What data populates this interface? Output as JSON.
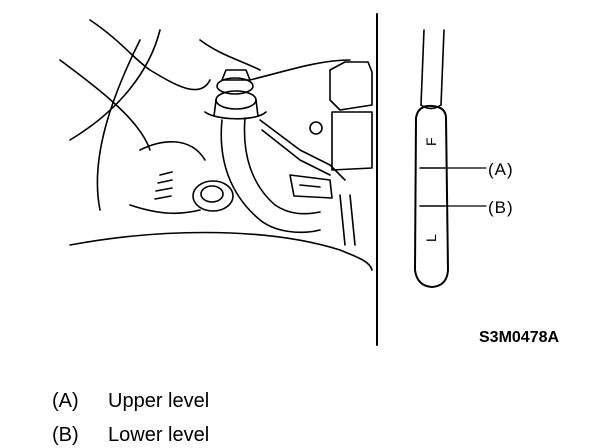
{
  "diagram": {
    "figure_id": "S3M0478A",
    "callouts": [
      {
        "key": "(A)"
      },
      {
        "key": "(B)"
      }
    ],
    "gauge_marks": [
      "F",
      "L"
    ]
  },
  "legend": [
    {
      "key": "(A)",
      "text": "Upper level"
    },
    {
      "key": "(B)",
      "text": "Lower level"
    }
  ]
}
